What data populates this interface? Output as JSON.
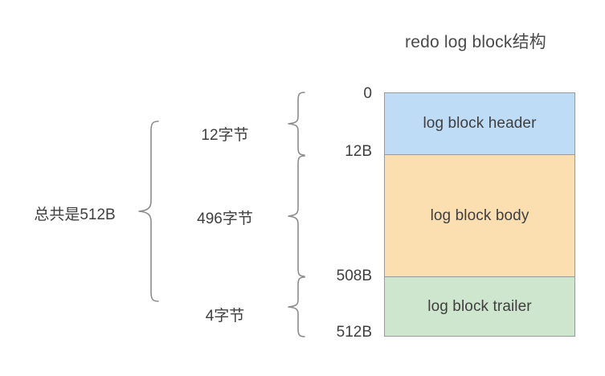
{
  "diagram": {
    "title": "redo log block结构",
    "total_label": "总共是512B",
    "blocks": [
      {
        "name": "log block header",
        "label": "log block header",
        "size_label": "12字节",
        "color": "#bedcf6",
        "start_offset": "0",
        "end_offset": "12B"
      },
      {
        "name": "log block body",
        "label": "log block body",
        "size_label": "496字节",
        "color": "#fcdfb0",
        "start_offset": "12B",
        "end_offset": "508B"
      },
      {
        "name": "log block trailer",
        "label": "log block trailer",
        "size_label": "4字节",
        "color": "#cde6cd",
        "start_offset": "508B",
        "end_offset": "512B"
      }
    ],
    "offsets": [
      "0",
      "12B",
      "508B",
      "512B"
    ],
    "stroke_color": "#9a9a9a",
    "brace_color": "#8c8c8c",
    "text_color": "#3f3f3f",
    "background": "#ffffff"
  }
}
